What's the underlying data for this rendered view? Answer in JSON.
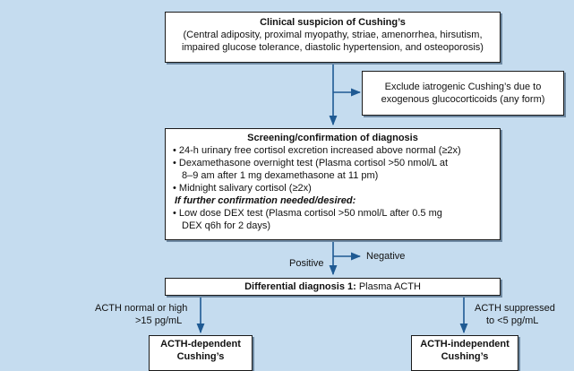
{
  "clinical": {
    "title": "Clinical suspicion of Cushing’s",
    "line1": "(Central adiposity, proximal myopathy, striae, amenorrhea, hirsutism,",
    "line2": "impaired glucose tolerance, diastolic hypertension, and osteoporosis)"
  },
  "exclude": {
    "line1": "Exclude iatrogenic Cushing’s due to",
    "line2": "exogenous glucocorticoids (any form)"
  },
  "screening": {
    "title": "Screening/confirmation of diagnosis",
    "b1": "• 24-h urinary free cortisol excretion increased above normal (≥2x)",
    "b2a": "• Dexamethasone overnight test (Plasma cortisol >50 nmol/L at",
    "b2b": "8–9 am after 1 mg dexamethasone at 11 pm)",
    "b3": "• Midnight salivary cortisol (≥2x)",
    "further": "If further confirmation needed/desired:",
    "b4a": "• Low dose DEX test (Plasma cortisol >50 nmol/L after 0.5 mg",
    "b4b": "DEX q6h for 2 days)"
  },
  "labels": {
    "negative": "Negative",
    "positive": "Positive",
    "left1": "ACTH normal or high",
    "left2": ">15 pg/mL",
    "right1": "ACTH suppressed",
    "right2": "to <5 pg/mL"
  },
  "differential": {
    "prefix": "Differential diagnosis 1:",
    "rest": " Plasma ACTH"
  },
  "dependent": {
    "line1": "ACTH-dependent",
    "line2": "Cushing’s"
  },
  "independent": {
    "line1": "ACTH-independent",
    "line2": "Cushing’s"
  },
  "colors": {
    "background": "#c5dcef",
    "arrow": "#1f5a93"
  }
}
